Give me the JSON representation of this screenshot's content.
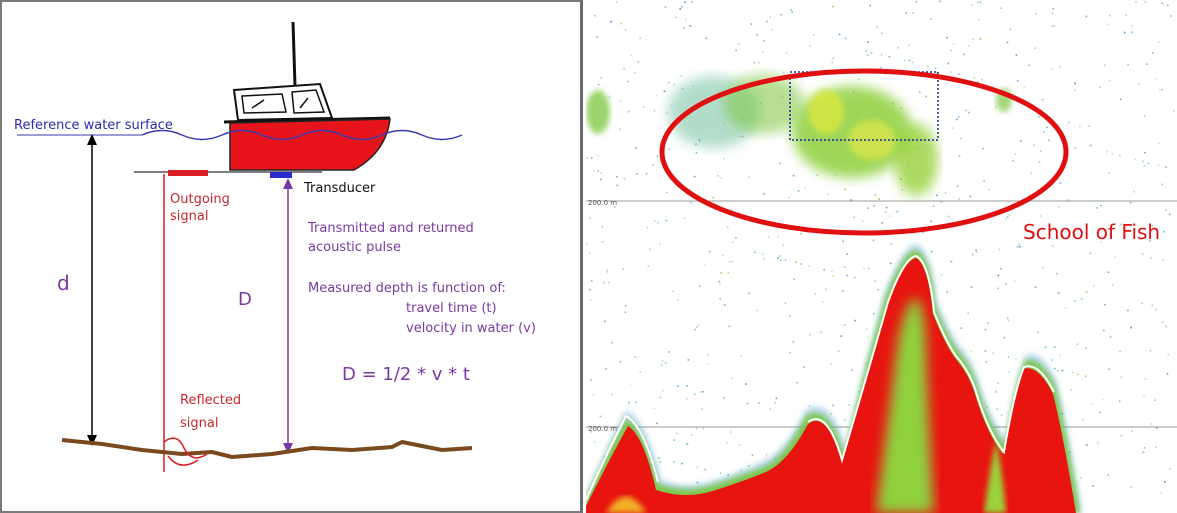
{
  "diagram": {
    "labels": {
      "reference_surface": "Reference water surface",
      "transducer": "Transducer",
      "outgoing_line1": "Outgoing",
      "outgoing_line2": "signal",
      "reflected_line1": "Reflected",
      "reflected_line2": "signal",
      "d_small": "d",
      "d_big": "D",
      "pulse_line1": "Transmitted and returned",
      "pulse_line2": "acoustic pulse",
      "measured_line1": "Measured depth is function of:",
      "measured_line2": "travel time (t)",
      "measured_line3": "velocity in water (v)",
      "formula": "D = 1/2 * v * t"
    },
    "colors": {
      "hull": "#e8141b",
      "surface_text": "#2b2ba8",
      "purple": "#7b3aa0",
      "red_text": "#c8282e",
      "seabed": "#7a4a1e",
      "water": "#3a3ab0"
    }
  },
  "echogram": {
    "annotation": "School of Fish",
    "depth_label_top": "200.0 m",
    "depth_label_bottom": "200.0 m",
    "colors": {
      "ellipse": "#e01010",
      "strong": "#e80f0f",
      "mid": "#7ec93a",
      "weak": "#4aa3c8"
    }
  }
}
